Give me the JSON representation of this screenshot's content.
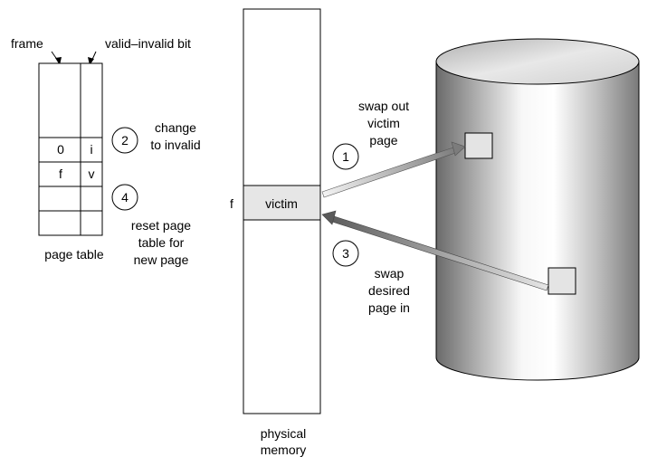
{
  "page_table": {
    "frame_label": "frame",
    "valid_bit_label": "valid–invalid bit",
    "caption": "page table",
    "rows": [
      {
        "frame": "",
        "bit": ""
      },
      {
        "frame": "",
        "bit": ""
      },
      {
        "frame": "0",
        "bit": "i"
      },
      {
        "frame": "f",
        "bit": "v"
      },
      {
        "frame": "",
        "bit": ""
      },
      {
        "frame": "",
        "bit": ""
      }
    ]
  },
  "steps": [
    {
      "number": "1",
      "lines": [
        "swap out",
        "victim",
        "page"
      ]
    },
    {
      "number": "2",
      "lines": [
        "change",
        "to invalid"
      ]
    },
    {
      "number": "3",
      "lines": [
        "swap",
        "desired",
        "page in"
      ]
    },
    {
      "number": "4",
      "lines": [
        "reset page",
        "table for",
        "new page"
      ]
    }
  ],
  "physical_memory": {
    "caption_lines": [
      "physical",
      "memory"
    ],
    "frame_marker": "f",
    "victim_label": "victim"
  },
  "colors": {
    "victim_fill": "#e6e6e6",
    "arrow_out": "#9a9a9a",
    "arrow_in": "#6e6e6e",
    "disk_block": "#e4e4e4"
  }
}
